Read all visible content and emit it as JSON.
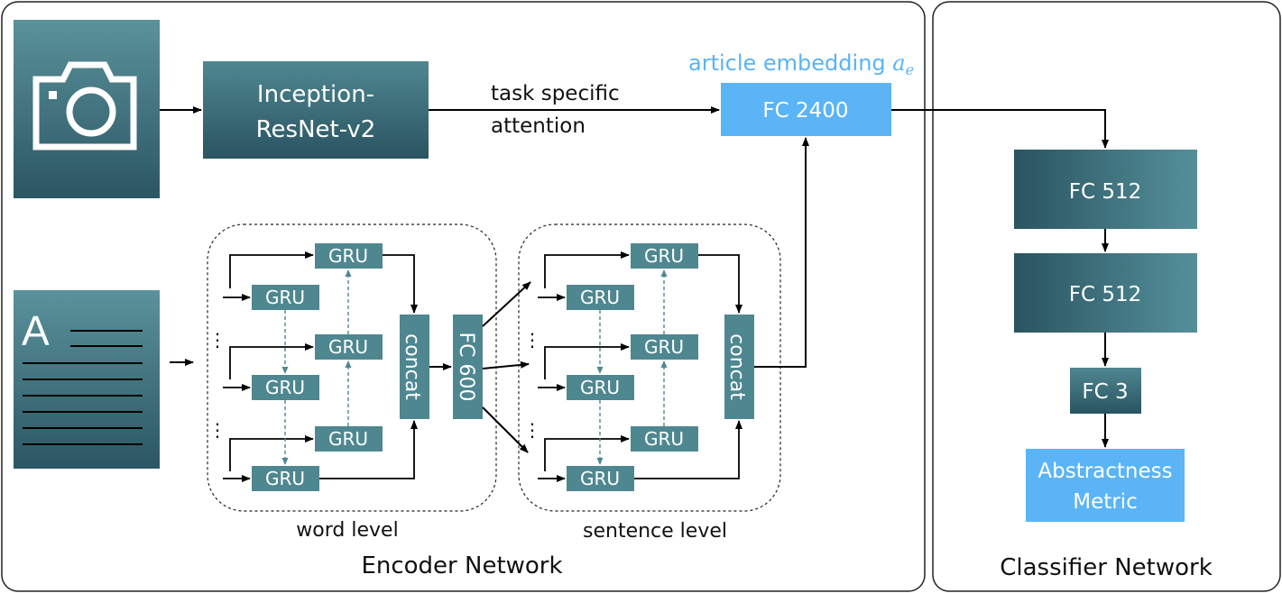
{
  "encoder": {
    "title": "Encoder Network",
    "cnn_label_line1": "Inception-",
    "cnn_label_line2": "ResNet-v2",
    "attention_line1": "task specific",
    "attention_line2": "attention",
    "embedding_caption": "article embedding ",
    "embedding_symbol": "a",
    "embedding_subscript": "e",
    "fc2400_label": "FC 2400",
    "text_icon_letter": "A",
    "word_level": {
      "caption": "word level",
      "gru_label": "GRU",
      "concat_label": "concat",
      "ellipsis": "⋮"
    },
    "fc600_label": "FC 600",
    "sentence_level": {
      "caption": "sentence level",
      "gru_label": "GRU",
      "concat_label": "concat",
      "ellipsis": "⋮"
    }
  },
  "classifier": {
    "title": "Classifier Network",
    "fc512_a_label": "FC 512",
    "fc512_b_label": "FC 512",
    "fc3_label": "FC 3",
    "output_line1": "Abstractness",
    "output_line2": "Metric"
  },
  "colors": {
    "teal_dark": "#2c5a66",
    "teal_light": "#4e8790",
    "accent_blue": "#5ab4f6",
    "text": "#1a1a1a"
  }
}
